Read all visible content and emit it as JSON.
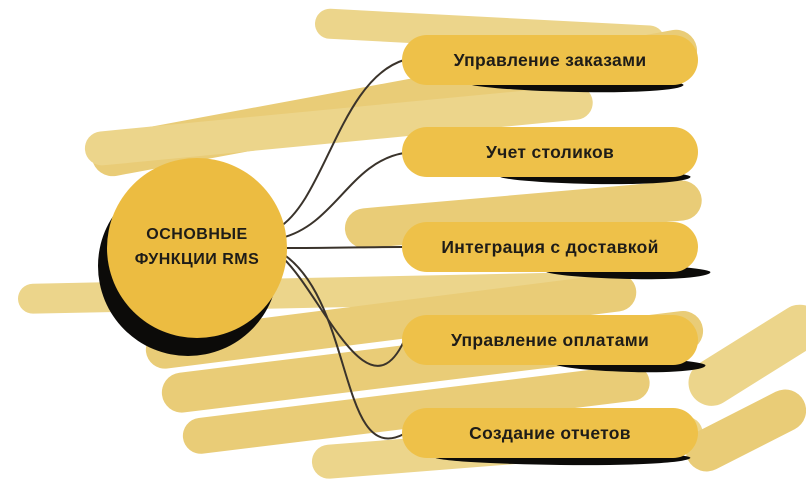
{
  "diagram": {
    "type": "mindmap",
    "central_node": {
      "title_line1": "ОСНОВНЫЕ",
      "title_line2": "ФУНКЦИИ RMS"
    },
    "nodes": [
      {
        "label": "Управление заказами"
      },
      {
        "label": "Учет столиков"
      },
      {
        "label": "Интеграция с доставкой"
      },
      {
        "label": "Управление оплатами"
      },
      {
        "label": "Создание отчетов"
      }
    ],
    "colors": {
      "node_fill": "#eec149",
      "central_fill": "#ecbc41",
      "brush_stroke": "#e9cc77",
      "brush_stroke_light": "#ecd58b",
      "connector": "#3a332b",
      "shadow": "#0c0b09",
      "text": "#1e1c18",
      "background": "#ffffff"
    }
  }
}
